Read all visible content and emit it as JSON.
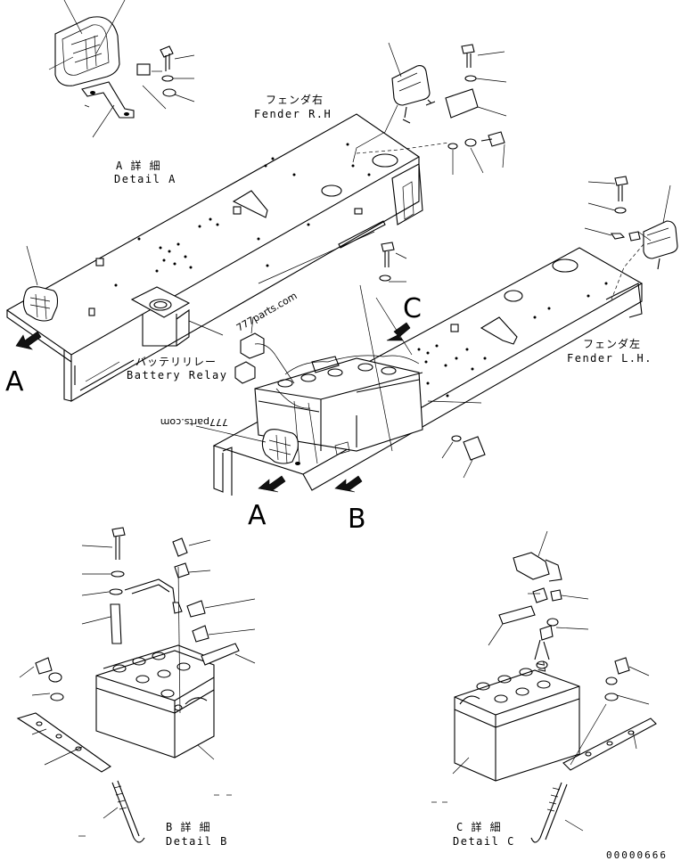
{
  "labels": {
    "fender_rh_jp": "フェンダ右",
    "fender_rh_en": "Fender R.H",
    "fender_lh_jp": "フェンダ左",
    "fender_lh_en": "Fender L.H.",
    "battery_relay_jp": "バッテリリレー",
    "battery_relay_en": "Battery Relay",
    "detail_a_jp": "A 詳 細",
    "detail_a_en": "Detail A",
    "detail_b_jp": "B 詳 細",
    "detail_b_en": "Detail B",
    "detail_c_jp": "C 詳 細",
    "detail_c_en": "Detail C",
    "view_a": "A",
    "view_a2": "A",
    "view_b": "B",
    "view_c": "C"
  },
  "watermarks": {
    "wm_center": "777parts.com",
    "wm_left_mirrored": "777parts.com",
    "wm_right": "777parts.com"
  },
  "part_number": "00000666"
}
